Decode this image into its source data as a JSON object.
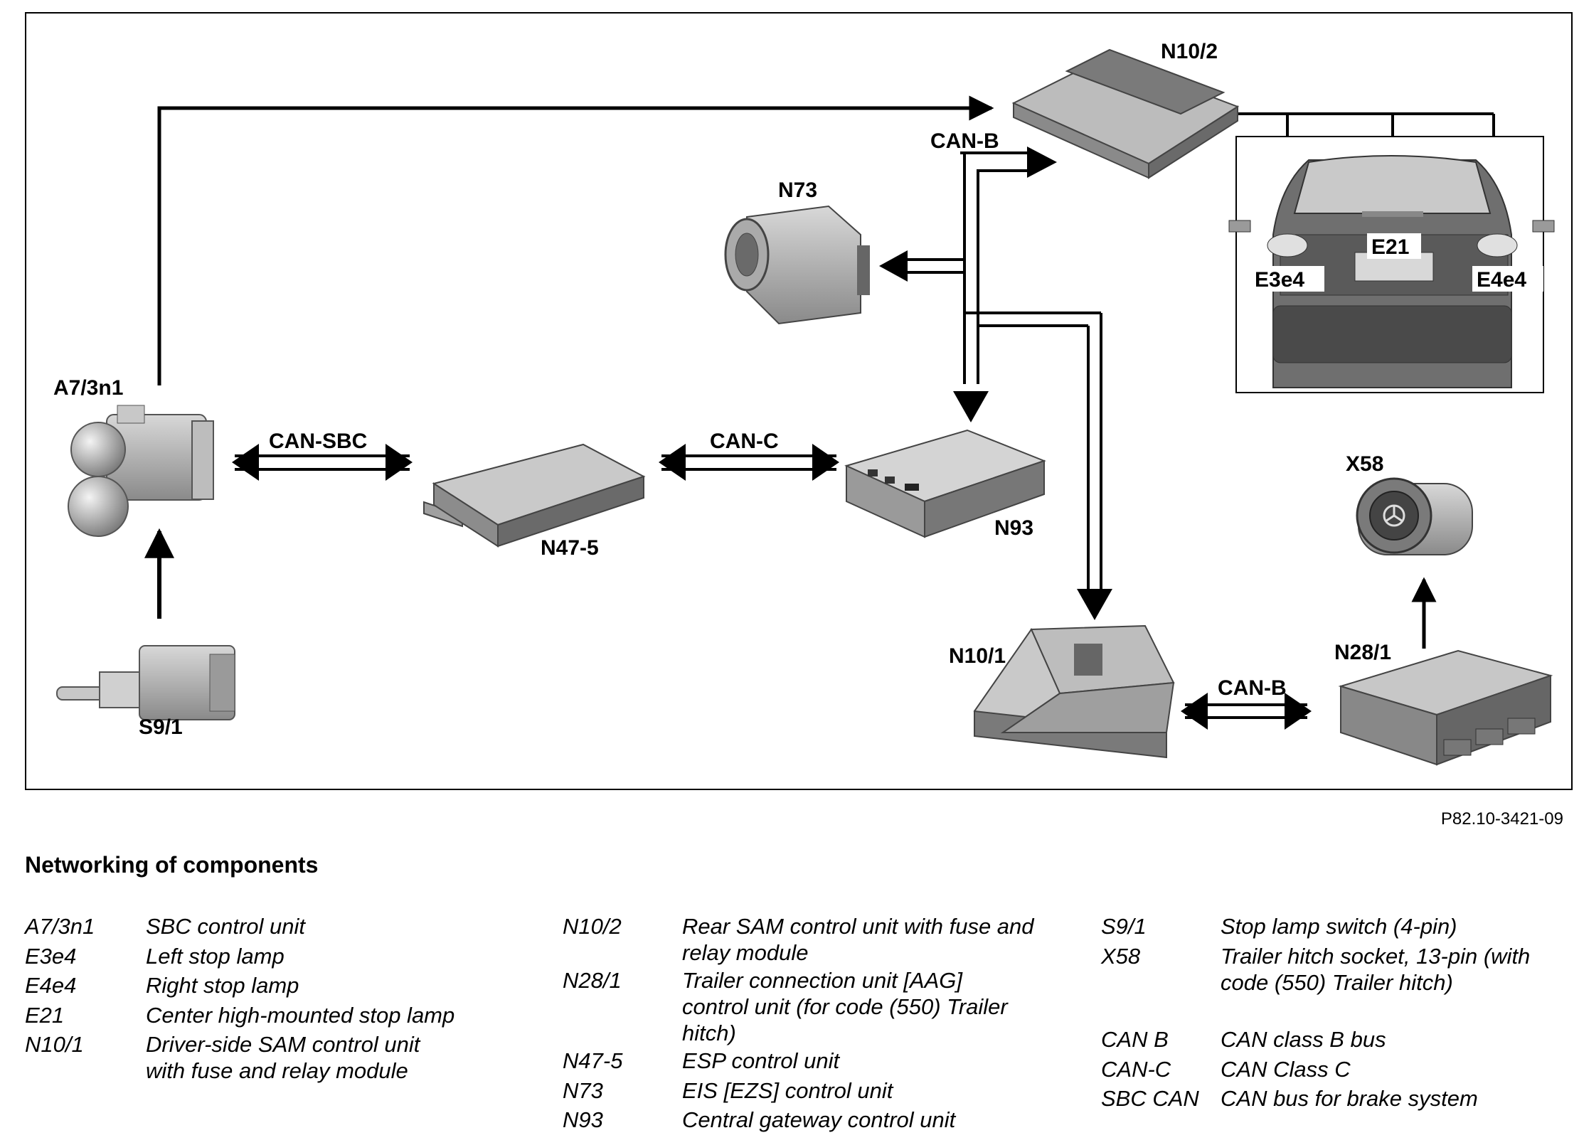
{
  "figure_ref": "P82.10-3421-09",
  "title": "Networking of components",
  "diagram": {
    "components": [
      {
        "id": "A7/3n1",
        "label": "A7/3n1"
      },
      {
        "id": "S9/1",
        "label": "S9/1"
      },
      {
        "id": "N47-5",
        "label": "N47-5"
      },
      {
        "id": "N93",
        "label": "N93"
      },
      {
        "id": "N73",
        "label": "N73"
      },
      {
        "id": "N10/2",
        "label": "N10/2"
      },
      {
        "id": "N10/1",
        "label": "N10/1"
      },
      {
        "id": "N28/1",
        "label": "N28/1"
      },
      {
        "id": "X58",
        "label": "X58"
      },
      {
        "id": "E21",
        "label": "E21"
      },
      {
        "id": "E3e4",
        "label": "E3e4"
      },
      {
        "id": "E4e4",
        "label": "E4e4"
      }
    ],
    "bus_labels": {
      "can_sbc": "CAN-SBC",
      "can_c": "CAN-C",
      "can_b_top": "CAN-B",
      "can_b_bottom": "CAN-B"
    },
    "connections": [
      {
        "from": "S9/1",
        "to": "A7/3n1",
        "type": "arrow"
      },
      {
        "from": "A7/3n1",
        "to": "N10/2",
        "type": "arrow"
      },
      {
        "from": "A7/3n1",
        "to": "N47-5",
        "type": "CAN-SBC",
        "bidirectional": true
      },
      {
        "from": "N47-5",
        "to": "N93",
        "type": "CAN-C",
        "bidirectional": true
      },
      {
        "from": "CAN-B",
        "to": "N10/2",
        "type": "CAN-B"
      },
      {
        "from": "CAN-B",
        "to": "N73",
        "type": "CAN-B"
      },
      {
        "from": "CAN-B",
        "to": "N93",
        "type": "CAN-B"
      },
      {
        "from": "CAN-B",
        "to": "N10/1",
        "type": "CAN-B"
      },
      {
        "from": "N10/1",
        "to": "N28/1",
        "type": "CAN-B",
        "bidirectional": true
      },
      {
        "from": "N28/1",
        "to": "X58",
        "type": "arrow"
      },
      {
        "from": "N10/2",
        "to": "E3e4",
        "type": "arrow"
      },
      {
        "from": "N10/2",
        "to": "E21",
        "type": "arrow"
      },
      {
        "from": "N10/2",
        "to": "E4e4",
        "type": "arrow"
      }
    ]
  },
  "legend": {
    "col1": [
      {
        "code": "A7/3n1",
        "desc": "SBC control unit"
      },
      {
        "code": "E3e4",
        "desc": "Left stop lamp"
      },
      {
        "code": "E4e4",
        "desc": "Right stop lamp"
      },
      {
        "code": "E21",
        "desc": "Center high-mounted stop lamp"
      },
      {
        "code": "N10/1",
        "desc": "Driver-side SAM control unit with fuse and relay module"
      }
    ],
    "col2": [
      {
        "code": "N10/2",
        "desc": "Rear SAM control unit with fuse and relay module"
      },
      {
        "code": "N28/1",
        "desc": "Trailer connection unit [AAG] control unit (for code (550) Trailer hitch)"
      },
      {
        "code": "N47-5",
        "desc": "ESP control unit"
      },
      {
        "code": "N73",
        "desc": "EIS [EZS] control unit"
      },
      {
        "code": "N93",
        "desc": "Central gateway control unit"
      }
    ],
    "col3": [
      {
        "code": "S9/1",
        "desc": "Stop lamp switch (4-pin)"
      },
      {
        "code": "X58",
        "desc": "Trailer hitch socket, 13-pin (with code (550) Trailer hitch)"
      },
      {
        "code": "CAN B",
        "desc": "CAN class B bus"
      },
      {
        "code": "CAN-C",
        "desc": "CAN Class C"
      },
      {
        "code": "SBC CAN",
        "desc": "CAN bus for brake system"
      }
    ]
  }
}
